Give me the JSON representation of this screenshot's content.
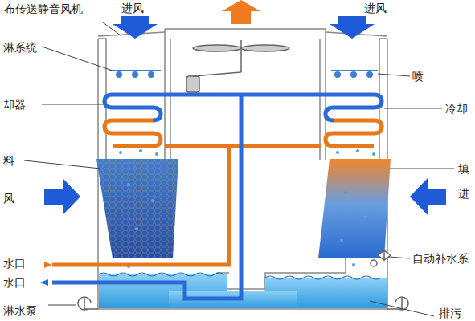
{
  "diagram": {
    "labels": [
      "布传送静音风机",
      "进风",
      "进风",
      "淋系统",
      "却器",
      "料",
      "风",
      "水口",
      "水口",
      "淋水泵",
      "喷",
      "冷却",
      "填",
      "进",
      "自动补水系",
      "排污"
    ]
  }
}
